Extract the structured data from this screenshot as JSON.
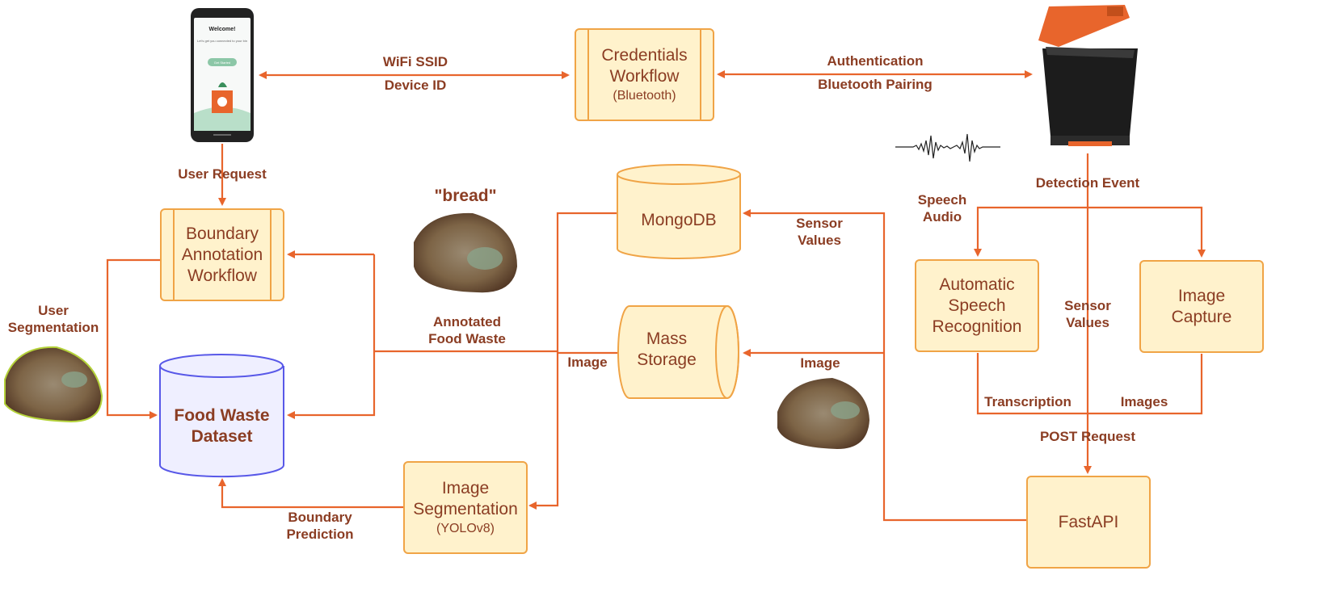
{
  "colors": {
    "arrow": "#e8652c",
    "box_fill": "#fff2cc",
    "box_stroke": "#f0a446",
    "text": "#8b3d23",
    "dataset_fill": "#efefff",
    "dataset_stroke": "#5858e8"
  },
  "phone": {
    "screen_title": "Welcome!",
    "screen_body": "Let's get you connected to your bin",
    "screen_button": "Get Started"
  },
  "nodes": {
    "credentials": {
      "title_line1": "Credentials",
      "title_line2": "Workflow",
      "sub": "(Bluetooth)"
    },
    "boundary_annotation": {
      "line1": "Boundary",
      "line2": "Annotation",
      "line3": "Workflow"
    },
    "mongodb": "MongoDB",
    "mass_storage": {
      "line1": "Mass",
      "line2": "Storage"
    },
    "food_waste_dataset": {
      "line1": "Food Waste",
      "line2": "Dataset"
    },
    "image_segmentation": {
      "line1": "Image",
      "line2": "Segmentation",
      "sub": "(YOLOv8)"
    },
    "asr": {
      "line1": "Automatic",
      "line2": "Speech",
      "line3": "Recognition"
    },
    "image_capture": {
      "line1": "Image",
      "line2": "Capture"
    },
    "fastapi": "FastAPI"
  },
  "labels": {
    "wifi_ssid": "WiFi SSID",
    "device_id": "Device ID",
    "authentication": "Authentication",
    "bluetooth_pairing": "Bluetooth Pairing",
    "user_request": "User Request",
    "bread": "\"bread\"",
    "sensor_values_top_1": "Sensor",
    "sensor_values_top_2": "Values",
    "detection_event": "Detection Event",
    "speech_audio_1": "Speech",
    "speech_audio_2": "Audio",
    "user_segmentation_1": "User",
    "user_segmentation_2": "Segmentation",
    "annotated_food_waste_1": "Annotated",
    "annotated_food_waste_2": "Food Waste",
    "image_left": "Image",
    "image_right": "Image",
    "sensor_values_mid_1": "Sensor",
    "sensor_values_mid_2": "Values",
    "transcription": "Transcription",
    "images": "Images",
    "post_request": "POST Request",
    "boundary_prediction_1": "Boundary",
    "boundary_prediction_2": "Prediction"
  }
}
